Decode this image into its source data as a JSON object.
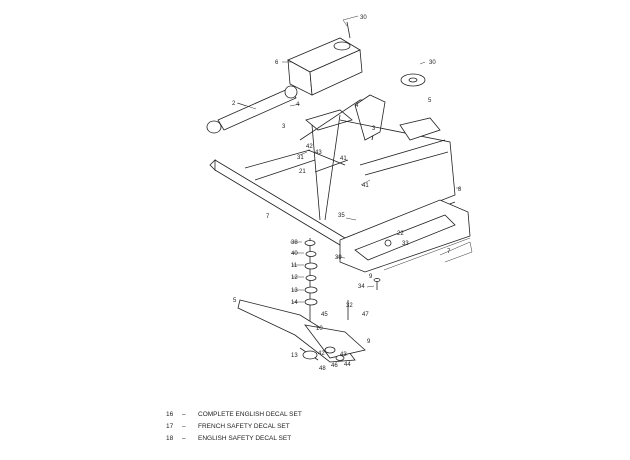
{
  "callouts": {
    "c30a": "30",
    "c6": "6",
    "c30b": "30",
    "c5a": "5",
    "c2": "2",
    "c4": "4",
    "c3": "3",
    "c42": "42",
    "c31": "31",
    "c43": "43",
    "c41": "41",
    "c21": "21",
    "c8": "8",
    "c7": "7",
    "c35": "35",
    "c22": "22",
    "c33": "33",
    "c38": "38",
    "c39": "39",
    "c40": "40",
    "c11": "11",
    "c12": "12",
    "c13a": "13",
    "c14": "14",
    "c9": "9",
    "c34": "34",
    "c5b": "5",
    "c32": "32",
    "c47": "47",
    "c45": "45",
    "c10": "10",
    "c13b": "13",
    "c44": "44",
    "c46": "46",
    "c48": "48"
  },
  "legend": [
    {
      "num": "16",
      "dash": "–",
      "text": "COMPLETE ENGLISH DECAL SET"
    },
    {
      "num": "17",
      "dash": "–",
      "text": "FRENCH SAFETY DECAL SET"
    },
    {
      "num": "18",
      "dash": "–",
      "text": "ENGLISH SAFETY DECAL SET"
    }
  ]
}
